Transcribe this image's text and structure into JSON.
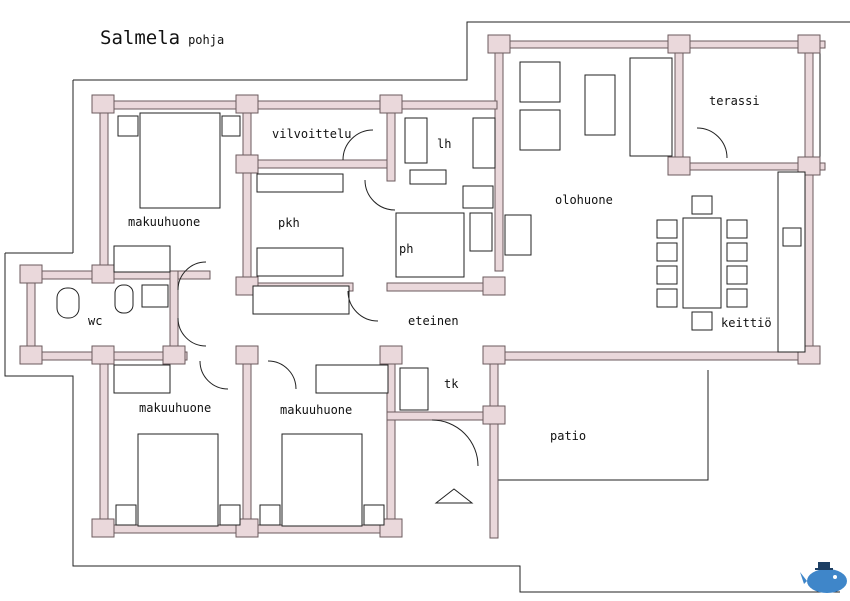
{
  "title": "Salmela",
  "subtitle": "pohja",
  "rooms": {
    "terassi": "terassi",
    "vilvoittelu": "vilvoittelu",
    "lh": "lh",
    "olohuone": "olohuone",
    "makuuhuone_top": "makuuhuone",
    "pkh": "pkh",
    "ph": "ph",
    "wc": "wc",
    "eteinen": "eteinen",
    "keittio": "keittiö",
    "tk": "tk",
    "makuuhuone_left": "makuuhuone",
    "makuuhuone_mid": "makuuhuone",
    "patio": "patio"
  },
  "colors": {
    "wall_fill": "#ead8db",
    "wall_stroke": "#6b5a5d",
    "line": "#222222",
    "logo_blue": "#3f86c9"
  },
  "logo": {
    "icon": "whale-logo-icon"
  }
}
